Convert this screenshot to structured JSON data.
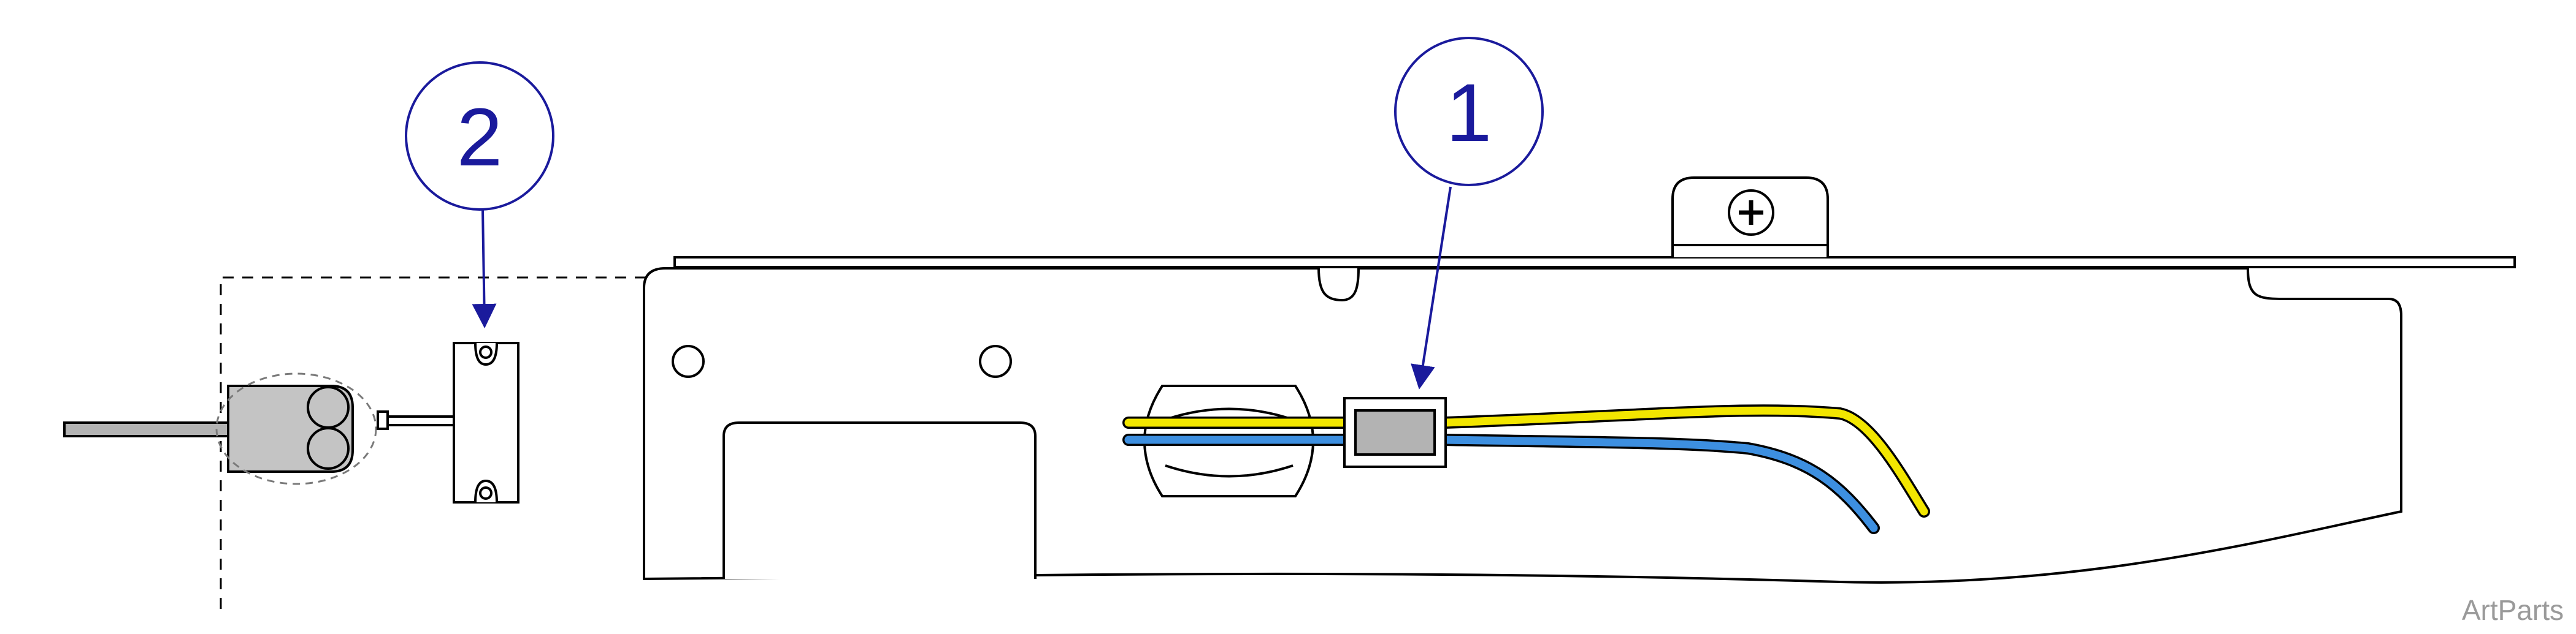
{
  "callouts": [
    {
      "id": "1",
      "label": "1"
    },
    {
      "id": "2",
      "label": "2"
    }
  ],
  "watermark": "ArtParts",
  "colors": {
    "outline": "#000000",
    "callout": "#1a1a9c",
    "wire_yellow": "#f2e600",
    "wire_blue": "#3d8fe0",
    "connector_fill": "#b3b3b3",
    "background": "#ffffff",
    "watermark": "#9a9a9a"
  }
}
